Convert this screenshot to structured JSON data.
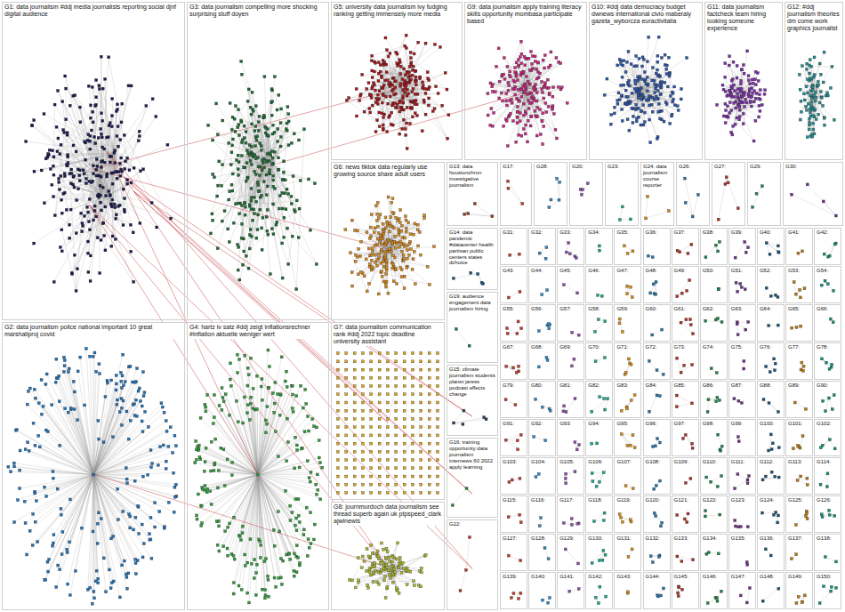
{
  "diagram": {
    "nodes": [
      {
        "text": [
          "G1: data journalism #ddj media journalists reporting social djnf digital audience"
        ]
      },
      {
        "text": [
          "G2: data journalism police national important 10 great marshallproj covid"
        ]
      },
      {
        "text": [
          "G3: data journalism compelling more shocking surprising stuff doyen"
        ]
      },
      {
        "text": [
          "G4: hartz iv satz #ddj zeigt inflationsrechner #inflation aktuelle weniger wert"
        ]
      },
      {
        "text": [
          "G5: university data journalism ivy fudging ranking getting immensely more media"
        ]
      },
      {
        "text": [
          "G9: data journalism apply training literacy skills opportunity mombasa participate based"
        ]
      },
      {
        "text": [
          "G10: #ddj data democracy budget dwnews international civio maberaly gazeta_wyborcza euractivitalia"
        ]
      },
      {
        "text": [
          "G11: data journalism factcheck team hiring looking someone experience"
        ]
      },
      {
        "text": [
          "G12: #ddj journalism theories dm come work graphics journalist"
        ]
      },
      {
        "text": [
          "G6: news tiktok data regularly use growing source share adult users"
        ]
      },
      {
        "text": [
          "G13: data houstonchron investigative journalism"
        ]
      },
      {
        "text": [
          "G17:"
        ]
      },
      {
        "text": [
          "G28:"
        ]
      },
      {
        "text": [
          "G20:"
        ]
      },
      {
        "text": [
          "G23:"
        ]
      },
      {
        "text": [
          "G24: data journalism course reporter"
        ]
      },
      {
        "text": [
          "G26:"
        ]
      },
      {
        "text": [
          "G27:"
        ]
      },
      {
        "text": [
          "G29:"
        ]
      },
      {
        "text": [
          "G30:"
        ]
      },
      {
        "text": [
          "G14: data pandemic #datacenter health partisan public centers states dchoice"
        ]
      },
      {
        "text": [
          "G7: data journalism communication rank #ddj 2022 topic deadline university assistant"
        ]
      },
      {
        "text": [
          "G8: journmurdoch data journalism see thread superb again uk ptpspeed_clark ajwinewis"
        ]
      },
      {
        "text": [
          "G19: audience engagement data journalism hiring"
        ]
      },
      {
        "text": [
          "G15: climate journalism students planet jaress podcast effects change"
        ]
      },
      {
        "text": [
          "G16: training opportunity data journalism internews 60 2022 apply learning"
        ]
      },
      {
        "text": [
          "G22:"
        ]
      },
      {
        "text": [
          "G31:"
        ]
      },
      {
        "text": [
          "G32:"
        ]
      },
      {
        "text": [
          "G33:"
        ]
      },
      {
        "text": [
          "G34:"
        ]
      },
      {
        "text": [
          "G35:"
        ]
      },
      {
        "text": [
          "G36:"
        ]
      },
      {
        "text": [
          "G37:"
        ]
      },
      {
        "text": [
          "G38:"
        ]
      },
      {
        "text": [
          "G39:"
        ]
      },
      {
        "text": [
          "G40:"
        ]
      },
      {
        "text": [
          "G41:"
        ]
      },
      {
        "text": [
          "G42:"
        ]
      },
      {
        "text": [
          "G43:"
        ]
      },
      {
        "text": [
          "G44:"
        ]
      },
      {
        "text": [
          "G45:"
        ]
      },
      {
        "text": [
          "G46:"
        ]
      },
      {
        "text": [
          "G47:"
        ]
      },
      {
        "text": [
          "G48:"
        ]
      },
      {
        "text": [
          "G49:"
        ]
      },
      {
        "text": [
          "G50:"
        ]
      },
      {
        "text": [
          "G51:"
        ]
      },
      {
        "text": [
          "G52:"
        ]
      },
      {
        "text": [
          "G53:"
        ]
      },
      {
        "text": [
          "G54:"
        ]
      },
      {
        "text": [
          "G55:"
        ]
      },
      {
        "text": [
          "G56:"
        ]
      },
      {
        "text": [
          "G57:"
        ]
      },
      {
        "text": [
          "G58:"
        ]
      },
      {
        "text": [
          "G59:"
        ]
      },
      {
        "text": [
          "G60:"
        ]
      },
      {
        "text": [
          "G61:"
        ]
      },
      {
        "text": [
          "G62:"
        ]
      },
      {
        "text": [
          "G63:"
        ]
      },
      {
        "text": [
          "G64:"
        ]
      },
      {
        "text": [
          "G65:"
        ]
      },
      {
        "text": [
          "G66:"
        ]
      },
      {
        "text": [
          "G67:"
        ]
      },
      {
        "text": [
          "G68:"
        ]
      },
      {
        "text": [
          "G69:"
        ]
      },
      {
        "text": [
          "G70:"
        ]
      },
      {
        "text": [
          "G71:"
        ]
      },
      {
        "text": [
          "G72:"
        ]
      },
      {
        "text": [
          "G73:"
        ]
      },
      {
        "text": [
          "G74:"
        ]
      },
      {
        "text": [
          "G75:"
        ]
      },
      {
        "text": [
          "G76:"
        ]
      },
      {
        "text": [
          "G77:"
        ]
      },
      {
        "text": [
          "G78:"
        ]
      },
      {
        "text": [
          "G79:"
        ]
      },
      {
        "text": [
          "G80:"
        ]
      },
      {
        "text": [
          "G81:"
        ]
      },
      {
        "text": [
          "G82:"
        ]
      },
      {
        "text": [
          "G83:"
        ]
      },
      {
        "text": [
          "G84:"
        ]
      },
      {
        "text": [
          "G85:"
        ]
      },
      {
        "text": [
          "G86:"
        ]
      },
      {
        "text": [
          "G87:"
        ]
      },
      {
        "text": [
          "G88:"
        ]
      },
      {
        "text": [
          "G89:"
        ]
      },
      {
        "text": [
          "G90:"
        ]
      },
      {
        "text": [
          "G91:"
        ]
      },
      {
        "text": [
          "G92:"
        ]
      },
      {
        "text": [
          "G93:"
        ]
      },
      {
        "text": [
          "G94:"
        ]
      },
      {
        "text": [
          "G95:"
        ]
      },
      {
        "text": [
          "G96:"
        ]
      },
      {
        "text": [
          "G97:"
        ]
      },
      {
        "text": [
          "G98:"
        ]
      },
      {
        "text": [
          "G99:"
        ]
      },
      {
        "text": [
          "G100:"
        ]
      },
      {
        "text": [
          "G101:"
        ]
      },
      {
        "text": [
          "G102:"
        ]
      },
      {
        "text": [
          "G103:"
        ]
      },
      {
        "text": [
          "G104:"
        ]
      },
      {
        "text": [
          "G105:"
        ]
      },
      {
        "text": [
          "G106:"
        ]
      },
      {
        "text": [
          "G107:"
        ]
      },
      {
        "text": [
          "G108:"
        ]
      },
      {
        "text": [
          "G109:"
        ]
      },
      {
        "text": [
          "G110:"
        ]
      },
      {
        "text": [
          "G111:"
        ]
      },
      {
        "text": [
          "G112:"
        ]
      },
      {
        "text": [
          "G113:"
        ]
      },
      {
        "text": [
          "G114:"
        ]
      },
      {
        "text": [
          "G115:"
        ]
      },
      {
        "text": [
          "G116:"
        ]
      },
      {
        "text": [
          "G117:"
        ]
      },
      {
        "text": [
          "G118:"
        ]
      },
      {
        "text": [
          "G119:"
        ]
      },
      {
        "text": [
          "G120:"
        ]
      },
      {
        "text": [
          "G121:"
        ]
      },
      {
        "text": [
          "G122:"
        ]
      },
      {
        "text": [
          "G123:"
        ]
      },
      {
        "text": [
          "G124:"
        ]
      },
      {
        "text": [
          "G125:"
        ]
      },
      {
        "text": [
          "G126:"
        ]
      },
      {
        "text": [
          "G127:"
        ]
      },
      {
        "text": [
          "G128:"
        ]
      },
      {
        "text": [
          "G129:"
        ]
      },
      {
        "text": [
          "G130:"
        ]
      },
      {
        "text": [
          "G131:"
        ]
      },
      {
        "text": [
          "G132:"
        ]
      },
      {
        "text": [
          "G133:"
        ]
      },
      {
        "text": [
          "G134:"
        ]
      },
      {
        "text": [
          "G135:"
        ]
      },
      {
        "text": [
          "G136:"
        ]
      },
      {
        "text": [
          "G137:"
        ]
      },
      {
        "text": [
          "G138:"
        ]
      },
      {
        "text": [
          "G139:"
        ]
      },
      {
        "text": [
          "G140:"
        ]
      },
      {
        "text": [
          "G141:"
        ]
      },
      {
        "text": [
          "G142:"
        ]
      },
      {
        "text": [
          "G143:"
        ]
      },
      {
        "text": [
          "G144:"
        ]
      },
      {
        "text": [
          "G145:"
        ]
      },
      {
        "text": [
          "G146:"
        ]
      },
      {
        "text": [
          "G147:"
        ]
      },
      {
        "text": [
          "G148:"
        ]
      },
      {
        "text": [
          "G149:"
        ]
      },
      {
        "text": [
          "G150:"
        ]
      }
    ]
  }
}
